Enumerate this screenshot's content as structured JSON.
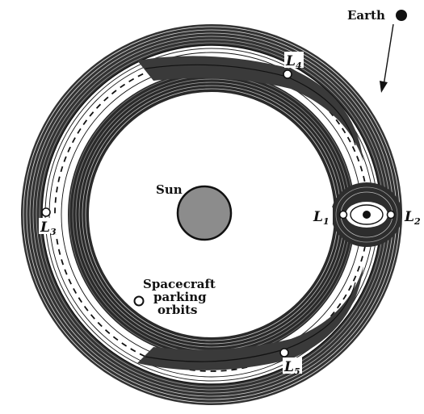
{
  "labels": {
    "earth": "Earth",
    "sun": "Sun",
    "l1": "L",
    "l1_sub": "1",
    "l2": "L",
    "l2_sub": "2",
    "l3": "L",
    "l3_sub": "3",
    "l4": "L",
    "l4_sub": "4",
    "l5": "L",
    "l5_sub": "5",
    "parking_line1": "Spacecraft",
    "parking_line2": "parking",
    "parking_line3": "orbits"
  },
  "colors": {
    "ink": "#1a1a1a",
    "sun_fill": "#8c8c8c",
    "background": "#ffffff"
  }
}
